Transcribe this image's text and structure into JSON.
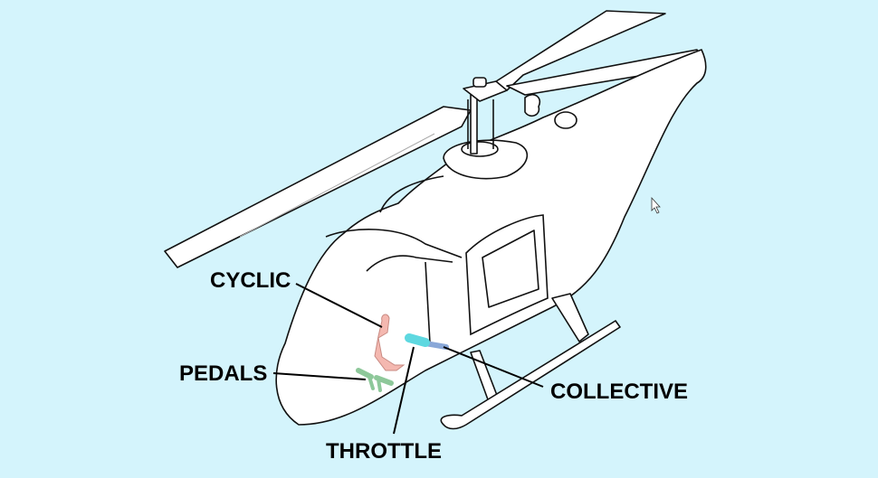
{
  "diagram": {
    "subject": "helicopter",
    "labels": {
      "cyclic": "CYCLIC",
      "pedals": "PEDALS",
      "collective": "COLLECTIVE",
      "throttle": "THROTTLE"
    },
    "colors": {
      "background": "#d4f4fc",
      "cyclic": "#f4b8b0",
      "pedals": "#b8e8c0",
      "throttle": "#5ed8e0",
      "collective": "#b0c8f0"
    }
  }
}
